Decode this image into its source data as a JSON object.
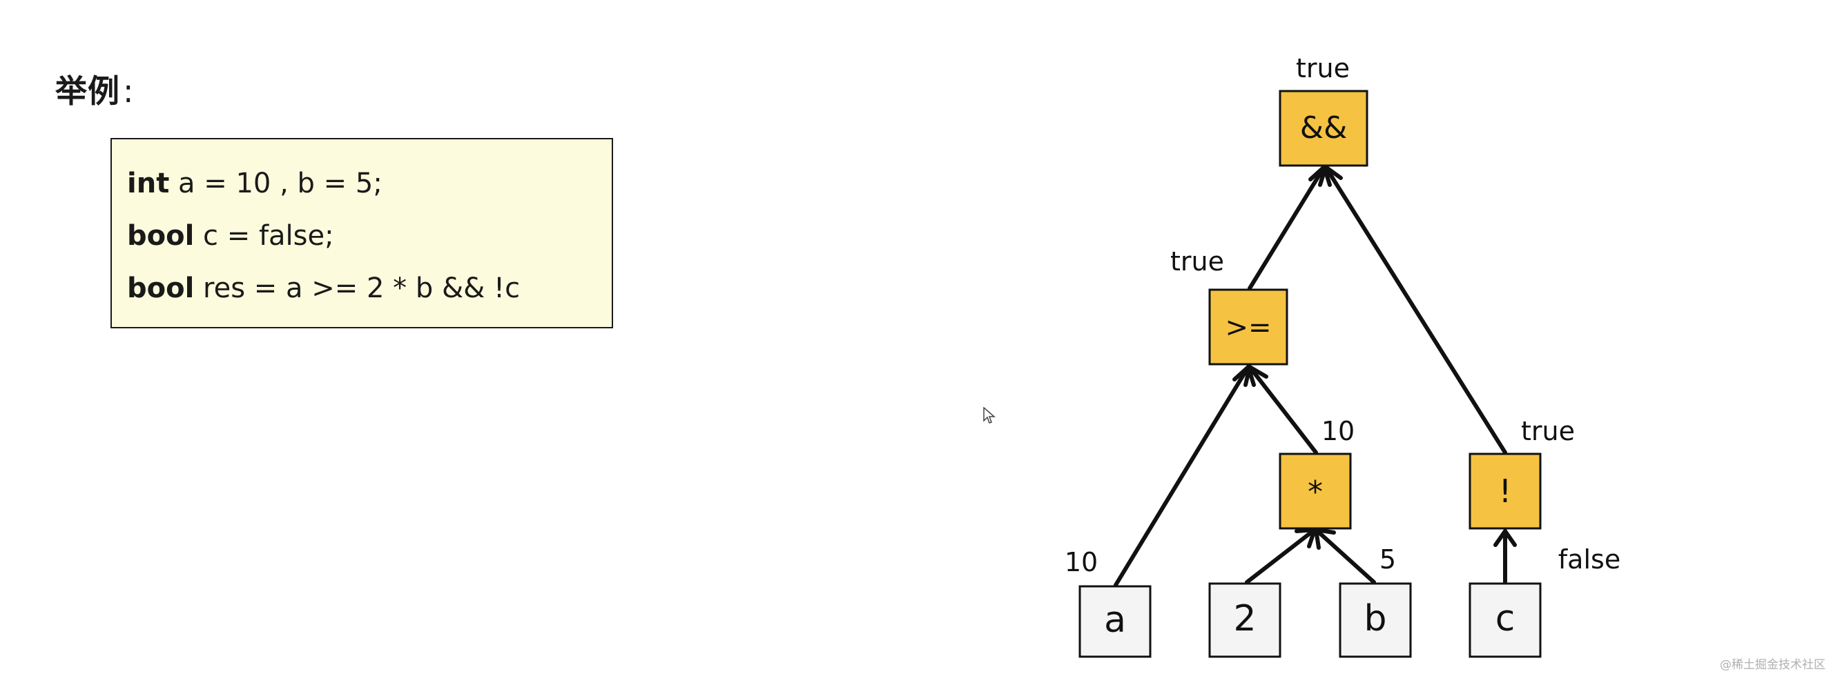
{
  "heading": {
    "text": "举例",
    "colon": ":"
  },
  "code": {
    "lines": [
      {
        "keyword": "int",
        "rest": " a = 10 , b = 5;"
      },
      {
        "keyword": "bool",
        "rest": " c = false;"
      },
      {
        "keyword": "bool",
        "rest": " res = a >= 2 * b && !c"
      }
    ]
  },
  "tree": {
    "operators": {
      "and": {
        "symbol": "&&",
        "value": "true"
      },
      "gte": {
        "symbol": ">=",
        "value": "true"
      },
      "mul": {
        "symbol": "*",
        "value": "10"
      },
      "not": {
        "symbol": "!",
        "value": "true"
      }
    },
    "leaves": {
      "a": {
        "symbol": "a",
        "value": "10"
      },
      "two": {
        "symbol": "2",
        "value": ""
      },
      "b": {
        "symbol": "b",
        "value": "5"
      },
      "c": {
        "symbol": "c",
        "value": "false"
      }
    }
  },
  "colors": {
    "operator_fill": "#f5c242",
    "leaf_fill": "#f4f4f4",
    "code_bg": "#fdfbdd",
    "stroke": "#111111"
  },
  "watermark": "@稀土掘金技术社区"
}
